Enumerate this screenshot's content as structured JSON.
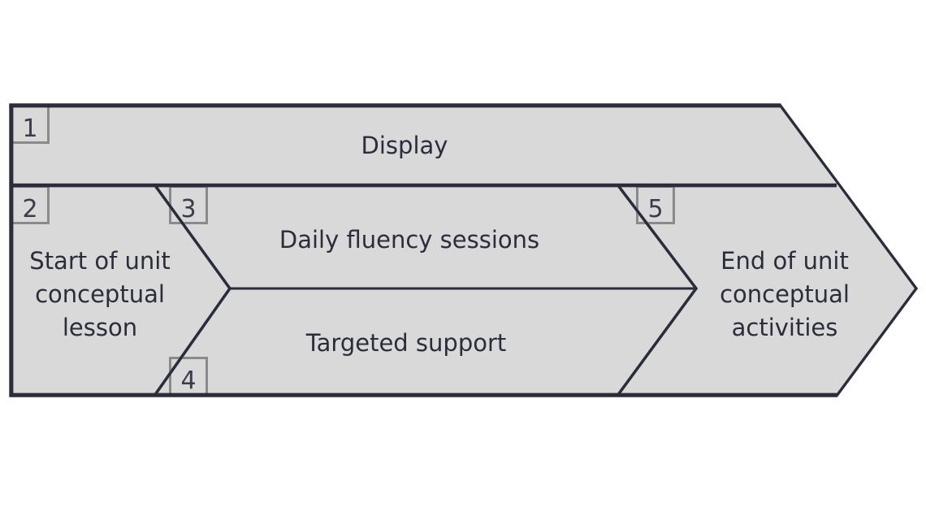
{
  "diagram": {
    "type": "process-arrow-flow",
    "background_color": "#ffffff",
    "shape_fill": "#d9d9d9",
    "shape_stroke": "#2b2d3a",
    "badge_border_color": "#8a8a8a",
    "text_color": "#2b2d3a",
    "bands": {
      "display_band": {
        "label": "Display",
        "badge": "1"
      },
      "start_block": {
        "label_line1": "Start of unit",
        "label_line2": "conceptual",
        "label_line3": "lesson",
        "badge": "2"
      },
      "upper_stream": {
        "label": "Daily fluency sessions",
        "badge": "3"
      },
      "lower_stream": {
        "label": "Targeted support",
        "badge": "4"
      },
      "end_block": {
        "label_line1": "End of unit",
        "label_line2": "conceptual",
        "label_line3": "activities",
        "badge": "5"
      }
    },
    "badges": [
      {
        "id": "badge-1",
        "number": "1"
      },
      {
        "id": "badge-2",
        "number": "2"
      },
      {
        "id": "badge-3",
        "number": "3"
      },
      {
        "id": "badge-4",
        "number": "4"
      },
      {
        "id": "badge-5",
        "number": "5"
      }
    ]
  }
}
